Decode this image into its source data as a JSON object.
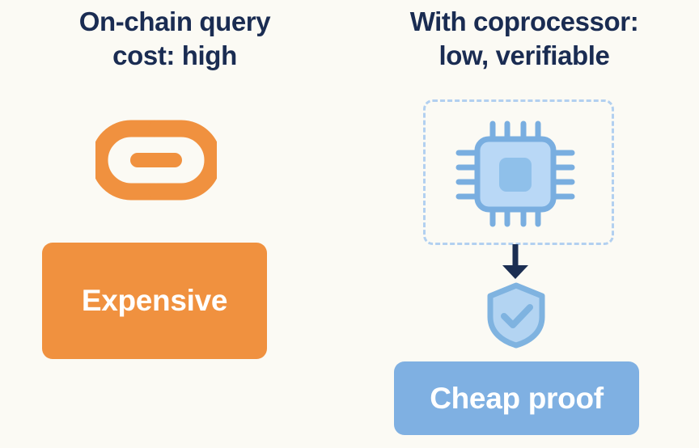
{
  "diagram": {
    "background_color": "#fbfaf4",
    "title_color": "#1a2c52",
    "left": {
      "title": "On-chain query\ncost: high",
      "icon_name": "chain-link-icon",
      "icon_color": "#f0913f",
      "result_label": "Expensive",
      "result_color": "#f0913f",
      "result_text_color": "#ffffff"
    },
    "right": {
      "title": "With coprocessor:\nlow, verifiable",
      "boundary_name": "coprocessor-boundary",
      "boundary_color": "#b2d0f0",
      "icon_name": "cpu-chip-icon",
      "icon_fill": "#b9d8f6",
      "icon_stroke": "#79aee0",
      "arrow_name": "arrow-down-icon",
      "arrow_color": "#1b2e52",
      "proof_icon_name": "shield-check-icon",
      "proof_icon_fill": "#b3d4f2",
      "proof_icon_stroke": "#7fb3e0",
      "result_label": "Cheap proof",
      "result_color": "#7fb0e2",
      "result_text_color": "#ffffff"
    }
  }
}
